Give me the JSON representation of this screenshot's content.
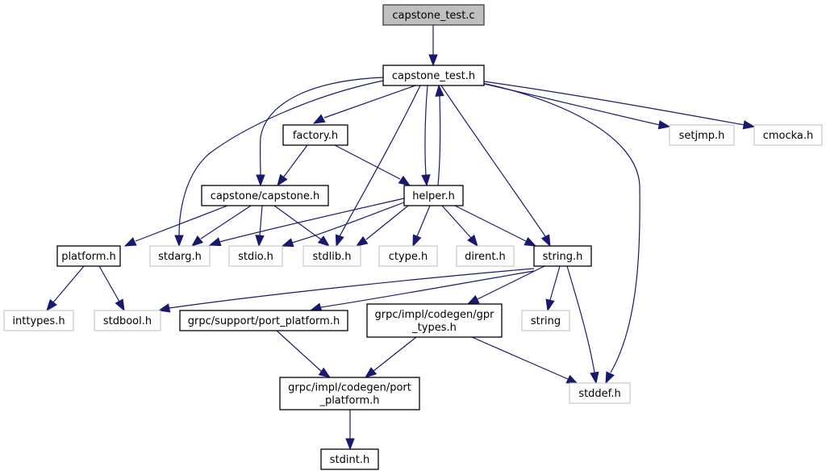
{
  "graph": {
    "title": "capstone_test.c",
    "colors": {
      "edge": "#191970",
      "root_fill": "#bfbfbf",
      "root_border": "#404040",
      "documented_border": "#000000",
      "system_border": "#bfbfbf",
      "node_fill": "#ffffff"
    },
    "nodes": [
      {
        "id": "capstone_test_c",
        "label": [
          "capstone_test.c"
        ],
        "kind": "root"
      },
      {
        "id": "capstone_test_h",
        "label": [
          "capstone_test.h"
        ],
        "kind": "documented"
      },
      {
        "id": "factory_h",
        "label": [
          "factory.h"
        ],
        "kind": "documented"
      },
      {
        "id": "setjmp_h",
        "label": [
          "setjmp.h"
        ],
        "kind": "system"
      },
      {
        "id": "cmocka_h",
        "label": [
          "cmocka.h"
        ],
        "kind": "system"
      },
      {
        "id": "capstone_capstone_h",
        "label": [
          "capstone/capstone.h"
        ],
        "kind": "documented"
      },
      {
        "id": "helper_h",
        "label": [
          "helper.h"
        ],
        "kind": "documented"
      },
      {
        "id": "platform_h",
        "label": [
          "platform.h"
        ],
        "kind": "documented"
      },
      {
        "id": "stdarg_h",
        "label": [
          "stdarg.h"
        ],
        "kind": "system"
      },
      {
        "id": "stdio_h",
        "label": [
          "stdio.h"
        ],
        "kind": "system"
      },
      {
        "id": "stdlib_h",
        "label": [
          "stdlib.h"
        ],
        "kind": "system"
      },
      {
        "id": "ctype_h",
        "label": [
          "ctype.h"
        ],
        "kind": "system"
      },
      {
        "id": "dirent_h",
        "label": [
          "dirent.h"
        ],
        "kind": "system"
      },
      {
        "id": "string_h",
        "label": [
          "string.h"
        ],
        "kind": "documented"
      },
      {
        "id": "inttypes_h",
        "label": [
          "inttypes.h"
        ],
        "kind": "system"
      },
      {
        "id": "stdbool_h",
        "label": [
          "stdbool.h"
        ],
        "kind": "system"
      },
      {
        "id": "grpc_support_port_platform_h",
        "label": [
          "grpc/support/port_platform.h"
        ],
        "kind": "documented"
      },
      {
        "id": "grpc_impl_codegen_gpr_types_h",
        "label": [
          "grpc/impl/codegen/gpr",
          "_types.h"
        ],
        "kind": "documented"
      },
      {
        "id": "string",
        "label": [
          "string"
        ],
        "kind": "system"
      },
      {
        "id": "grpc_impl_codegen_port_platform_h",
        "label": [
          "grpc/impl/codegen/port",
          "_platform.h"
        ],
        "kind": "documented"
      },
      {
        "id": "stddef_h",
        "label": [
          "stddef.h"
        ],
        "kind": "system"
      },
      {
        "id": "stdint_h",
        "label": [
          "stdint.h"
        ],
        "kind": "documented"
      }
    ],
    "edges": [
      {
        "from": "capstone_test_c",
        "to": "capstone_test_h"
      },
      {
        "from": "capstone_test_h",
        "to": "factory_h"
      },
      {
        "from": "capstone_test_h",
        "to": "setjmp_h"
      },
      {
        "from": "capstone_test_h",
        "to": "cmocka_h"
      },
      {
        "from": "capstone_test_h",
        "to": "capstone_capstone_h"
      },
      {
        "from": "capstone_test_h",
        "to": "helper_h"
      },
      {
        "from": "capstone_test_h",
        "to": "stdarg_h"
      },
      {
        "from": "capstone_test_h",
        "to": "stdlib_h"
      },
      {
        "from": "capstone_test_h",
        "to": "string_h"
      },
      {
        "from": "capstone_test_h",
        "to": "stddef_h"
      },
      {
        "from": "factory_h",
        "to": "capstone_capstone_h"
      },
      {
        "from": "factory_h",
        "to": "helper_h"
      },
      {
        "from": "capstone_capstone_h",
        "to": "platform_h"
      },
      {
        "from": "capstone_capstone_h",
        "to": "stdarg_h"
      },
      {
        "from": "capstone_capstone_h",
        "to": "stdio_h"
      },
      {
        "from": "capstone_capstone_h",
        "to": "stdlib_h"
      },
      {
        "from": "helper_h",
        "to": "capstone_test_h"
      },
      {
        "from": "helper_h",
        "to": "stdarg_h"
      },
      {
        "from": "helper_h",
        "to": "stdio_h"
      },
      {
        "from": "helper_h",
        "to": "stdlib_h"
      },
      {
        "from": "helper_h",
        "to": "ctype_h"
      },
      {
        "from": "helper_h",
        "to": "dirent_h"
      },
      {
        "from": "helper_h",
        "to": "string_h"
      },
      {
        "from": "platform_h",
        "to": "inttypes_h"
      },
      {
        "from": "platform_h",
        "to": "stdbool_h"
      },
      {
        "from": "string_h",
        "to": "stdbool_h"
      },
      {
        "from": "string_h",
        "to": "grpc_support_port_platform_h"
      },
      {
        "from": "string_h",
        "to": "grpc_impl_codegen_gpr_types_h"
      },
      {
        "from": "string_h",
        "to": "string"
      },
      {
        "from": "string_h",
        "to": "stddef_h"
      },
      {
        "from": "grpc_support_port_platform_h",
        "to": "grpc_impl_codegen_port_platform_h"
      },
      {
        "from": "grpc_impl_codegen_gpr_types_h",
        "to": "grpc_impl_codegen_port_platform_h"
      },
      {
        "from": "grpc_impl_codegen_gpr_types_h",
        "to": "stddef_h"
      },
      {
        "from": "grpc_impl_codegen_port_platform_h",
        "to": "stdint_h"
      }
    ]
  }
}
